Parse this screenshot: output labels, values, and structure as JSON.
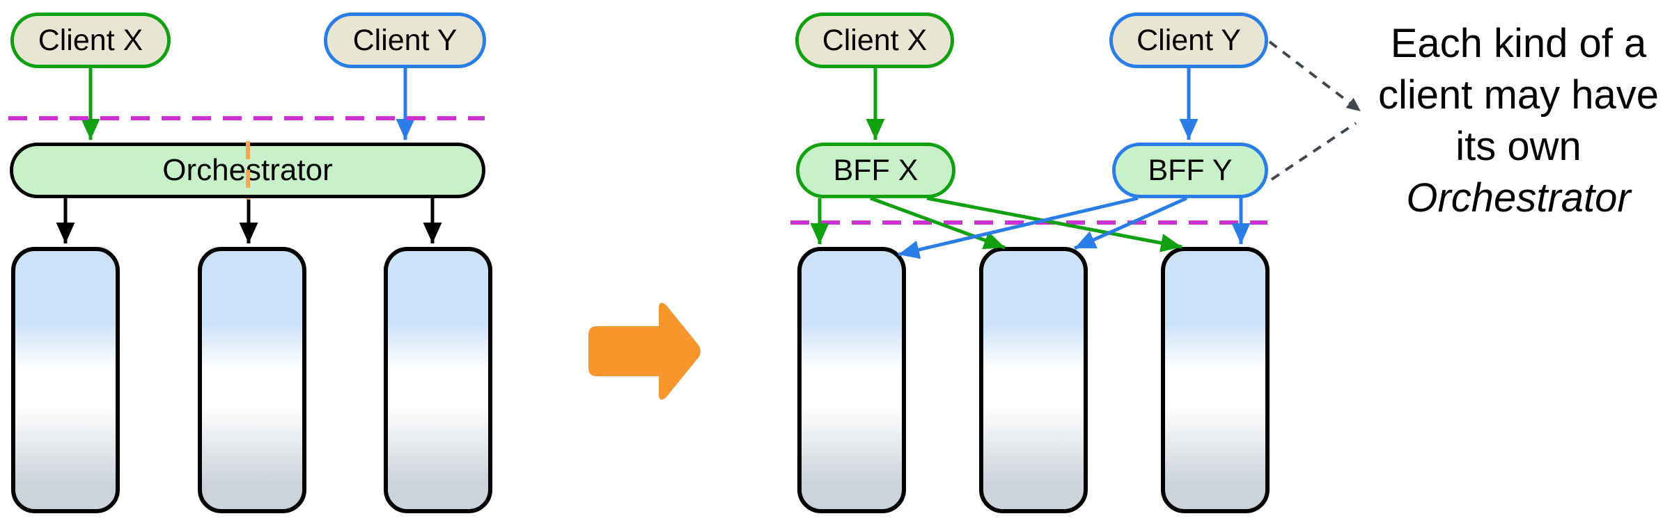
{
  "colors": {
    "green": "#10a010",
    "blue": "#2a7de6",
    "magenta": "#cd30d5",
    "orange": "#f7962c",
    "orange_light": "#ffa64d",
    "beige": "#e9e5d3",
    "light_green": "#c9f1c9",
    "box_top": "#cde1f7",
    "box_bottom": "#ccd3db",
    "dark_dash": "#3f464e",
    "ink": "#000000"
  },
  "before": {
    "client_x_label": "Client X",
    "client_y_label": "Client Y",
    "orchestrator_label": "Orchestrator"
  },
  "after": {
    "client_x_label": "Client X",
    "client_y_label": "Client Y",
    "bff_x_label": "BFF X",
    "bff_y_label": "BFF Y"
  },
  "annotation": {
    "line1": "Each kind of a",
    "line2": "client may have",
    "line3": "its own",
    "line4_italic": "Orchestrator"
  }
}
